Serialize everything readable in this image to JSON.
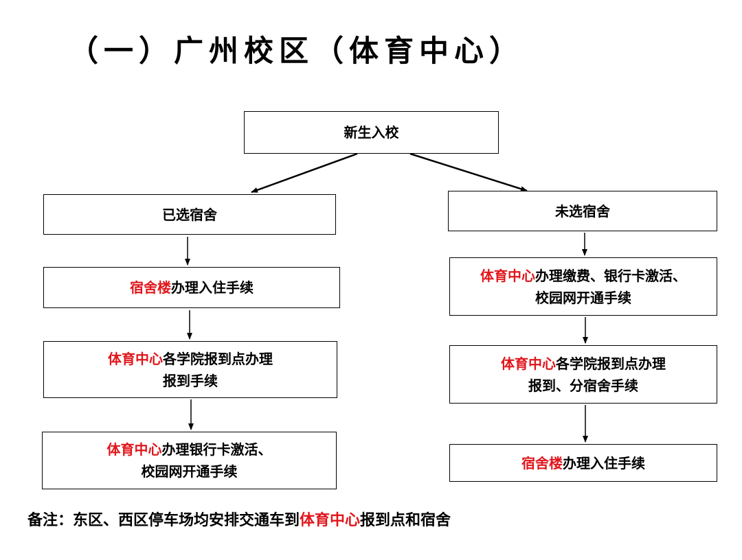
{
  "title": "（一）广州校区（体育中心）",
  "start": "新生入校",
  "left": {
    "branch": "已选宿舍",
    "steps": [
      {
        "lines": [
          {
            "hl": "宿舍楼",
            "text": "办理入住手续"
          }
        ]
      },
      {
        "lines": [
          {
            "hl": "体育中心",
            "text": "各学院报到点办理"
          },
          {
            "hl": "",
            "text": "报到手续"
          }
        ]
      },
      {
        "lines": [
          {
            "hl": "体育中心",
            "text": "办理银行卡激活、"
          },
          {
            "hl": "",
            "text": "校园网开通手续"
          }
        ]
      }
    ]
  },
  "right": {
    "branch": "未选宿舍",
    "steps": [
      {
        "lines": [
          {
            "hl": "体育中心",
            "text": "办理缴费、银行卡激活、"
          },
          {
            "hl": "",
            "text": "校园网开通手续"
          }
        ]
      },
      {
        "lines": [
          {
            "hl": "体育中心",
            "text": "各学院报到点办理"
          },
          {
            "hl": "",
            "text": "报到、分宿舍手续"
          }
        ]
      },
      {
        "lines": [
          {
            "hl": "宿舍楼",
            "text": "办理入住手续"
          }
        ]
      }
    ]
  },
  "note": {
    "prefix": "备注：东区、西区停车场均安排交通车到",
    "hl": "体育中心",
    "suffix": "报到点和宿舍"
  },
  "colors": {
    "highlight": "#e0161b",
    "line": "#000000"
  }
}
